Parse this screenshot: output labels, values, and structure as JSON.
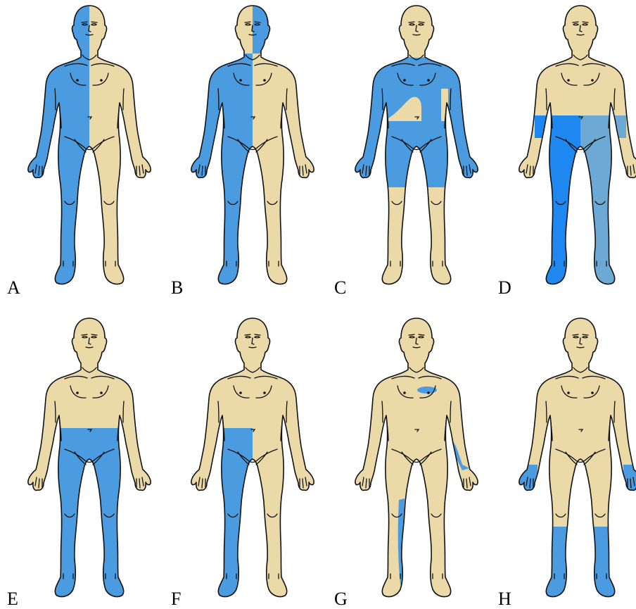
{
  "colors": {
    "skin": "#EBDAA8",
    "blue": "#4A9BE0",
    "blue_bright": "#1E88F0",
    "blue_light": "#6DA9D5",
    "outline": "#111111"
  },
  "panels": [
    {
      "id": "A",
      "label": "A",
      "pattern": "right-half"
    },
    {
      "id": "B",
      "label": "B",
      "pattern": "right-half-body-left-face"
    },
    {
      "id": "C",
      "label": "C",
      "pattern": "shoulders-arms-upper-trunk-right"
    },
    {
      "id": "D",
      "label": "D",
      "pattern": "both-legs-two-shades"
    },
    {
      "id": "E",
      "label": "E",
      "pattern": "both-legs-from-waist"
    },
    {
      "id": "F",
      "label": "F",
      "pattern": "right-leg-from-waist"
    },
    {
      "id": "G",
      "label": "G",
      "pattern": "patches"
    },
    {
      "id": "H",
      "label": "H",
      "pattern": "hands-and-feet"
    }
  ]
}
